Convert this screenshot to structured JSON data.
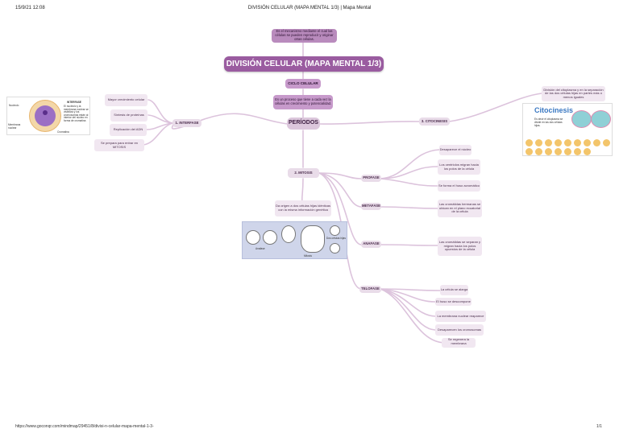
{
  "page_header": {
    "datetime": "15/9/21 12:08",
    "title": "DIVISIÓN CELULAR (MAPA MENTAL 1/3) | Mapa Mental"
  },
  "page_footer": {
    "url": "https://www.goconqr.com/mindmap/29451/8/divisi-n-celular-mapa-mental-1-3-",
    "page_num": "1/1"
  },
  "colors": {
    "title_bg": "#9a5ca0",
    "node_dark": "#c79acb",
    "node_light": "#f1e7f1",
    "connector": "#dcc3dc"
  },
  "mindmap": {
    "top_note": "Es el mecanismo mediante el cual las células se pueden reproducir y originar otras células.",
    "title": "DIVISIÓN CELULAR (MAPA MENTAL 1/3)",
    "ciclo": "CICLO CELULAR",
    "ciclo_desc": "Es un proceso que tiene a cada vez la células en crecimiento y potencialidad.",
    "periodos": "PERÍODOS",
    "interfase": {
      "label": "1. INTERFASE",
      "items": [
        "Mayor crecimiento celular",
        "Síntesis de proteínas",
        "Replicación del ADN",
        "Se prepara para entrar en MITOSIS"
      ],
      "image_caption": "INTERFASE",
      "image_text": "El nucleolo y la membrana nuclear se visibiliza y los cromosomas están al interior del núcleo en forma de cromatina",
      "image_labels": [
        "Nucleolo",
        "Membrana nuclear",
        "Cromatina"
      ]
    },
    "citocinesis": {
      "label": "3. CITOCINESIS",
      "desc": "División del citoplasma y en la separación de las dos células hijas en partes más o menos iguales",
      "image_title": "Citocinesis",
      "image_text": "Es decir el citoplasma se divide en las dos células hijas."
    },
    "mitosis": {
      "label": "2. MITOSIS",
      "desc": "Da origen a dos células hijas idénticas con la misma información genética",
      "image_labels": [
        "Anafase",
        "Mitosis",
        "Dos células hijas"
      ],
      "phases": [
        {
          "label": "PROFASE",
          "items": [
            "Desaparece el núcleo",
            "Los centriolos migran hacia los polos de la célula",
            "Se forma el huso acromático"
          ]
        },
        {
          "label": "METAFASE",
          "items": [
            "Las cromátidas hermanas se ubican en el plano ecuatorial de la célula"
          ]
        },
        {
          "label": "ANAFASE",
          "items": [
            "Las cromátidas se separan y migran hacia los polos opuestos de la célula"
          ]
        },
        {
          "label": "TELOFASE",
          "items": [
            "La célula se alarga",
            "El huso se descompone",
            "La membrana nuclear reaparece",
            "Desaparecen los cromosomas",
            "Se regenera la membrana"
          ]
        }
      ]
    }
  }
}
